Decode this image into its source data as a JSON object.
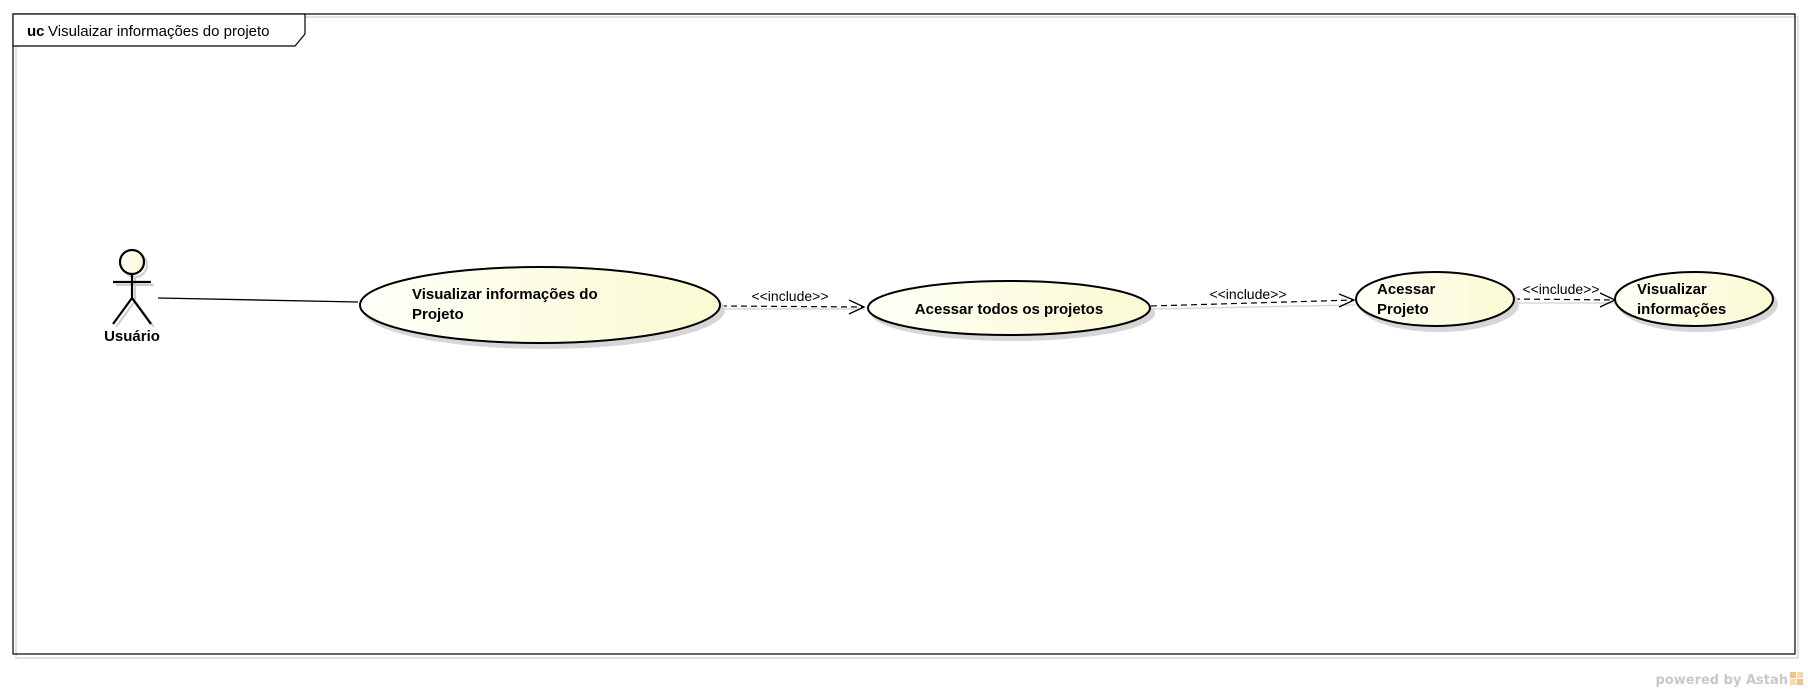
{
  "frame": {
    "keyword": "uc",
    "title": "Visulaizar informações do projeto"
  },
  "actor": {
    "name": "Usuário"
  },
  "use_cases": [
    {
      "id": "uc1",
      "lines": [
        "Visualizar informações do",
        "Projeto"
      ]
    },
    {
      "id": "uc2",
      "lines": [
        "Acessar todos os projetos"
      ]
    },
    {
      "id": "uc3",
      "lines": [
        "Acessar",
        "Projeto"
      ]
    },
    {
      "id": "uc4",
      "lines": [
        "Visualizar",
        "informações"
      ]
    }
  ],
  "relations": [
    {
      "type": "include",
      "from": "uc1",
      "to": "uc2",
      "label": "<<include>>"
    },
    {
      "type": "include",
      "from": "uc2",
      "to": "uc3",
      "label": "<<include>>"
    },
    {
      "type": "include",
      "from": "uc3",
      "to": "uc4",
      "label": "<<include>>"
    }
  ],
  "watermark": {
    "text": "powered by Astah"
  },
  "colors": {
    "use_case_fill_start": "#fffff8",
    "use_case_fill_end": "#fafad2"
  }
}
